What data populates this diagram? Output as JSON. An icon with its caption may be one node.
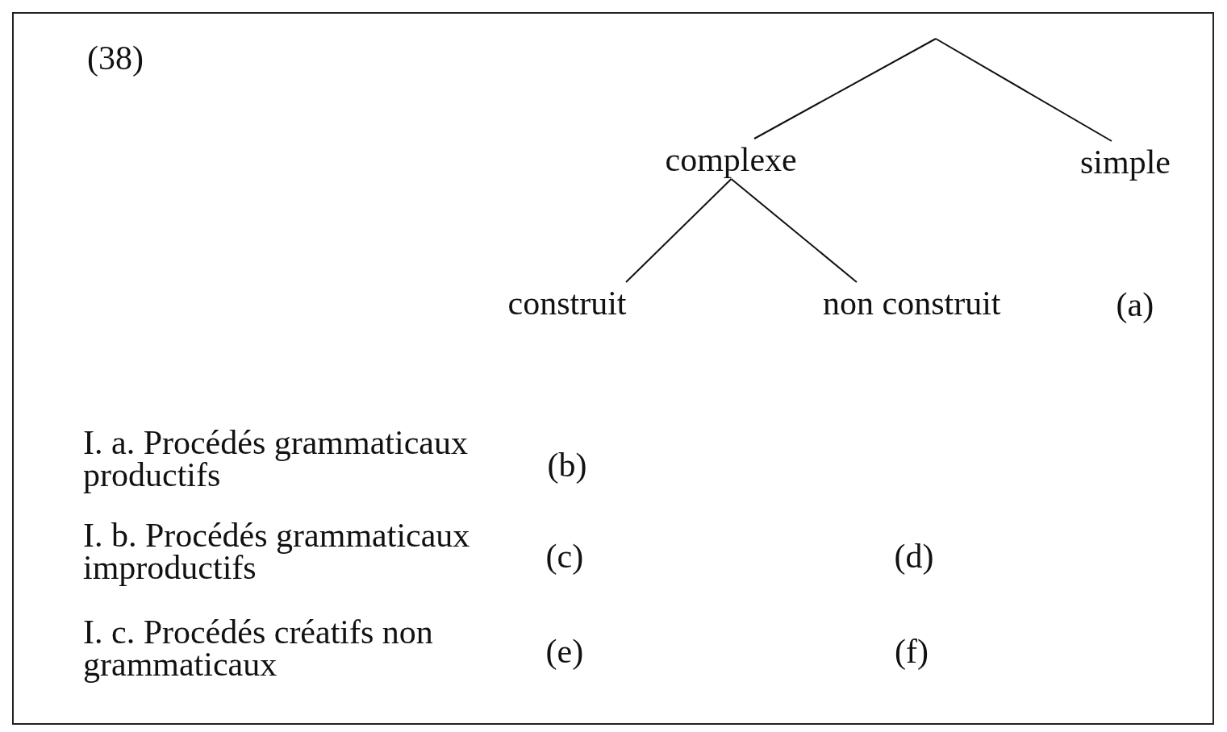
{
  "diagram": {
    "nodes": [
      {
        "text": [
          "complexe"
        ]
      },
      {
        "text": [
          "simple"
        ]
      },
      {
        "text": [
          "construit"
        ]
      },
      {
        "text": [
          "non construit"
        ]
      }
    ],
    "edges": [
      {
        "from": null,
        "to": 0,
        "arrow": "none"
      },
      {
        "from": null,
        "to": 1,
        "arrow": "none"
      },
      {
        "from": 0,
        "to": 2,
        "arrow": "none"
      },
      {
        "from": 0,
        "to": 3,
        "arrow": "none"
      }
    ],
    "labels": [
      "(38)",
      "(a)",
      "I. a. Procédés grammaticaux productifs",
      "(b)",
      "I. b. Procédés grammaticaux improductifs",
      "(c)",
      "(d)",
      "I. c. Procédés créatifs non grammaticaux",
      "(e)",
      "(f)"
    ]
  }
}
